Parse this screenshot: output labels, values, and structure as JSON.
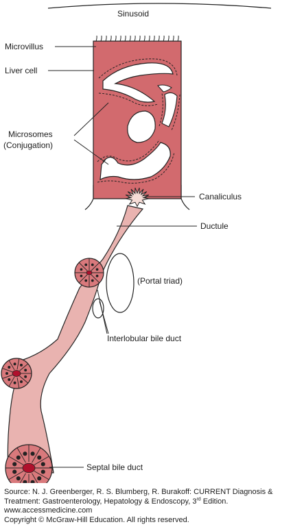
{
  "diagram": {
    "labels": {
      "sinusoid": "Sinusoid",
      "microvillus": "Microvillus",
      "liver_cell": "Liver cell",
      "microsomes_line1": "Microsomes",
      "microsomes_line2": "(Conjugation)",
      "canaliculus": "Canaliculus",
      "ductule": "Ductule",
      "portal_triad": "(Portal triad)",
      "interlobular_bile_duct": "Interlobular bile duct",
      "septal_bile_duct": "Septal bile duct"
    },
    "colors": {
      "liver_cell_fill": "#d26a6e",
      "duct_fill": "#e9b3b0",
      "duct_cell_fill": "#d9797c",
      "lumen_fill": "#b0102c",
      "canaliculus_fill": "#f6dcd6",
      "outline": "#222222"
    }
  },
  "caption": {
    "line1": "Source: N. J. Greenberger, R. S. Blumberg, R. Burakoff: CURRENT Diagnosis &",
    "line2_prefix": "Treatment: Gastroenterology, Hepatology & Endoscopy, 3",
    "line2_sup": "rd",
    "line2_suffix": " Edition.",
    "line3": "www.accessmedicine.com",
    "line4": "Copyright © McGraw-Hill Education.  All rights reserved."
  }
}
